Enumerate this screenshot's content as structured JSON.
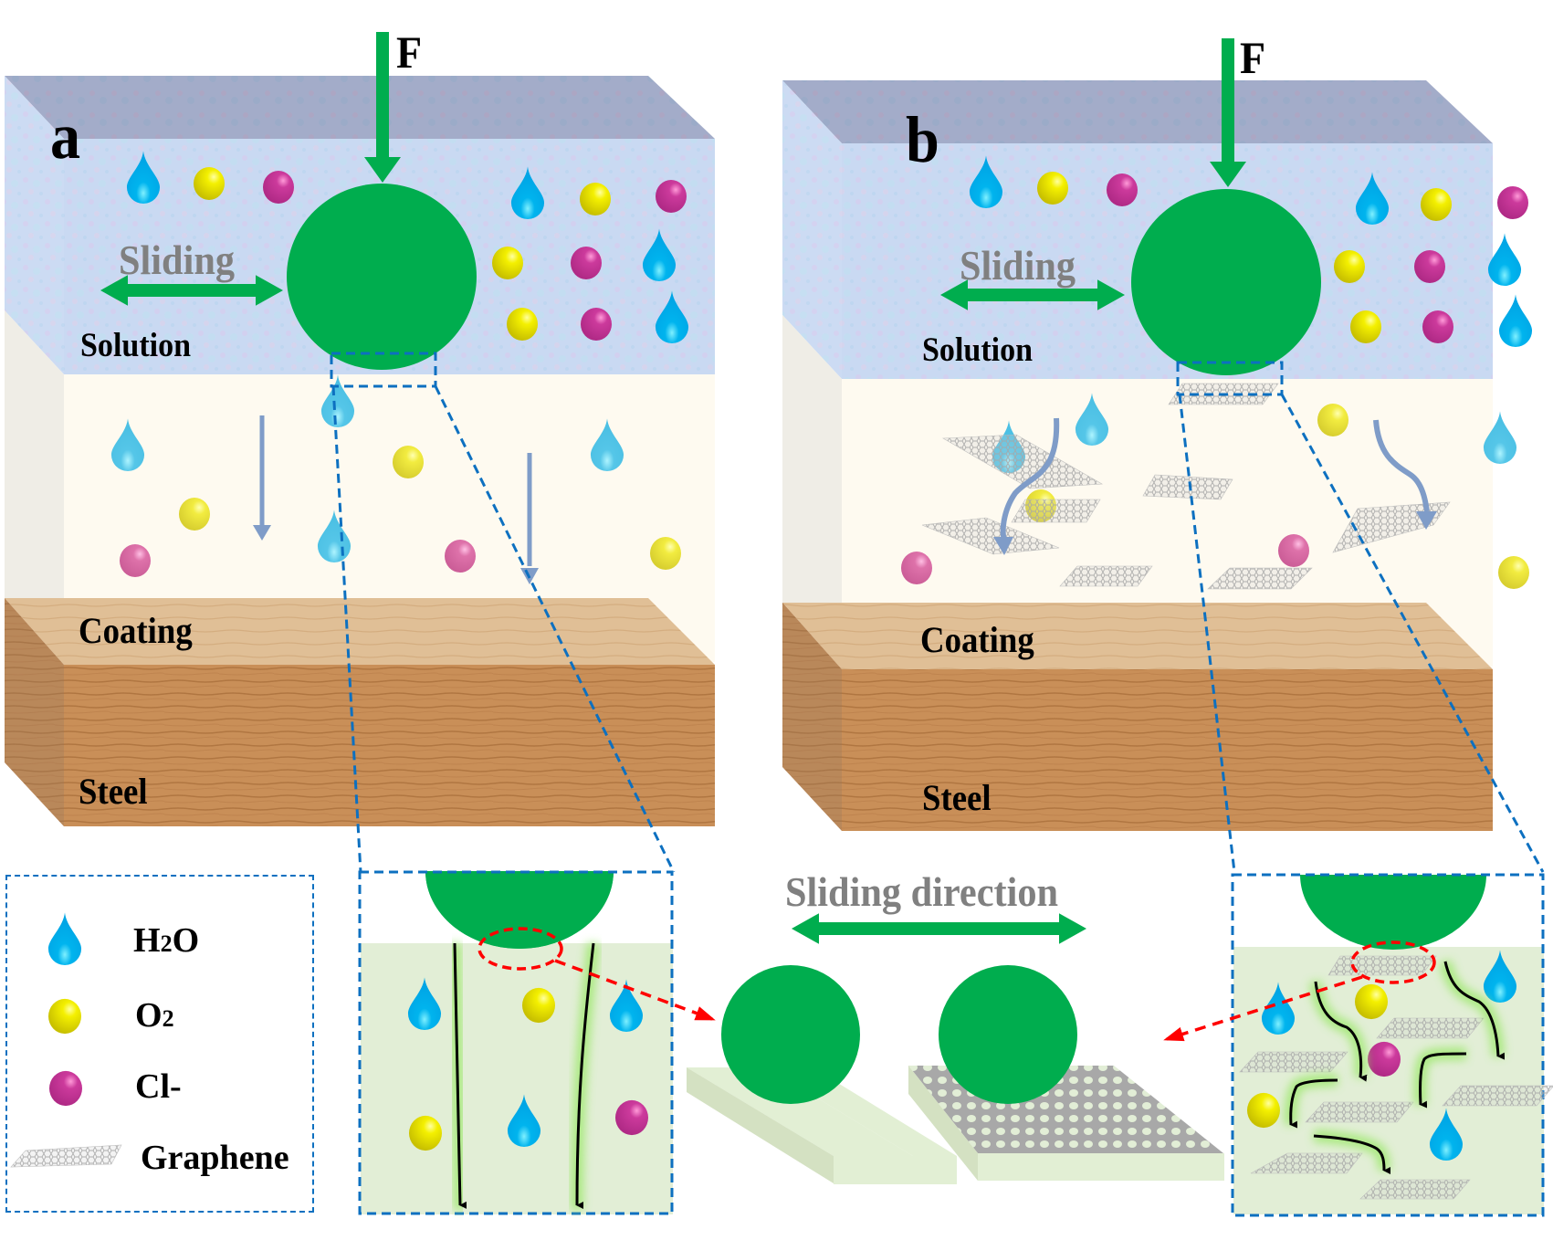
{
  "figure": {
    "panel_a": {
      "label": "a",
      "force_label": "F",
      "sliding_label": "Sliding",
      "layers": {
        "solution": "Solution",
        "coating": "Coating",
        "steel": "Steel"
      }
    },
    "panel_b": {
      "label": "b",
      "force_label": "F",
      "sliding_label": "Sliding",
      "layers": {
        "solution": "Solution",
        "coating": "Coating",
        "steel": "Steel"
      }
    },
    "center": {
      "sliding_direction_label": "Sliding direction"
    },
    "legend": {
      "items": [
        {
          "icon": "water-drop-icon",
          "label_main": "H",
          "label_sub": "2",
          "label_tail": "O",
          "color": "#00aeef"
        },
        {
          "icon": "oxygen-sphere-icon",
          "label_main": "O",
          "label_sub": "2",
          "label_tail": "",
          "color": "#f0e800"
        },
        {
          "icon": "chloride-sphere-icon",
          "label_main": "Cl-",
          "label_sub": "",
          "label_tail": "",
          "color": "#c8379a"
        },
        {
          "icon": "graphene-sheet-icon",
          "label_main": "Graphene",
          "label_sub": "",
          "label_tail": "",
          "color": "#a0a0a0"
        }
      ]
    },
    "colors": {
      "ball": "#00ad4e",
      "arrow_green": "#00ad4e",
      "dashed_blue": "#0d70c0",
      "dashed_red": "#ff0000",
      "solution_bg": "#c8d8f0",
      "coating_bg": "#fdf9ee",
      "steel": "#c08a55",
      "zoom_bg": "#e2eed6",
      "diffusion_arrow": "#7f9cc8"
    }
  }
}
